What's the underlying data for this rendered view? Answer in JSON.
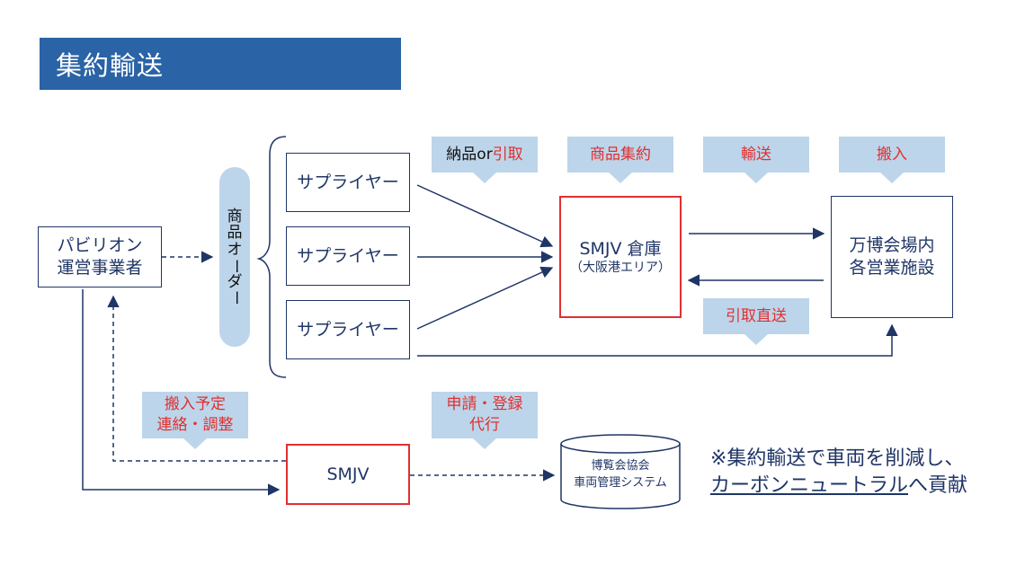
{
  "title": "集約輸送",
  "pavilion": {
    "line1": "パビリオン",
    "line2": "運営事業者"
  },
  "order_pill": [
    "商",
    "品",
    "オ",
    "ー",
    "ダ",
    "ー"
  ],
  "suppliers": [
    "サプライヤー",
    "サプライヤー",
    "サプライヤー"
  ],
  "warehouse": {
    "name": "SMJV 倉庫",
    "sub": "（大阪港エリア）"
  },
  "venue": {
    "line1": "万博会場内",
    "line2": "各営業施設"
  },
  "smjv": "SMJV",
  "database": {
    "line1": "博覧会協会",
    "line2": "車両管理システム"
  },
  "tags": {
    "delivery_black": "納品or",
    "delivery_red": "引取",
    "consolidation": "商品集約",
    "transport": "輸送",
    "carry_in": "搬入",
    "direct_pickup": "引取直送",
    "schedule_line1": "搬入予定",
    "schedule_line2": "連絡・調整",
    "apply_line1": "申請・登録",
    "apply_line2": "代行"
  },
  "note": {
    "line1": "※集約輸送で車両を削減し、",
    "line2_underlined": "カーボンニュートラル",
    "line2_rest": "へ貢献"
  },
  "colors": {
    "title_bg": "#2a63a6",
    "navy": "#1f3566",
    "tag_bg": "#bdd5ea",
    "red": "#e03030"
  }
}
